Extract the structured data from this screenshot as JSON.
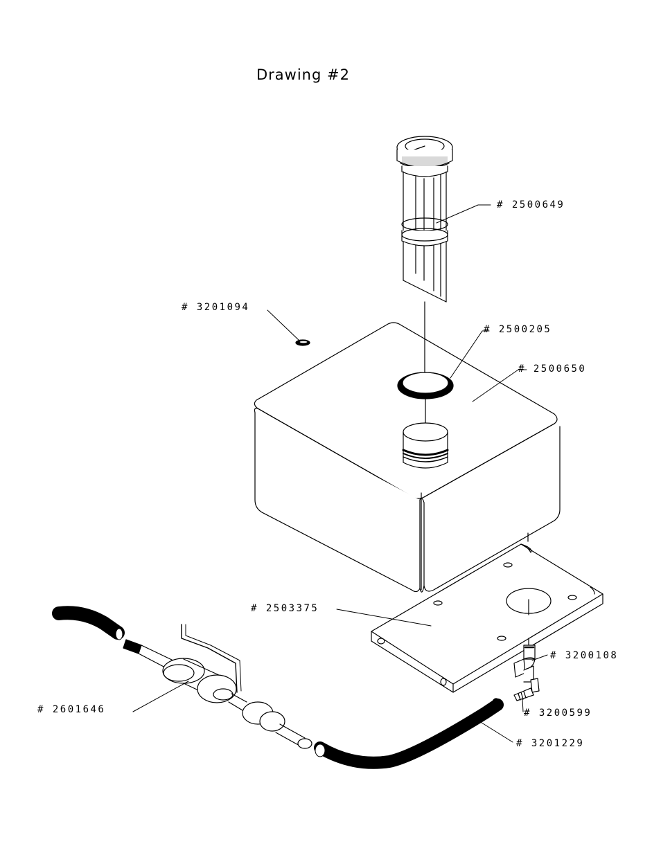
{
  "title": "Drawing #2",
  "callouts": {
    "c2500649": "# 2500649",
    "c3201094": "# 3201094",
    "c2500205": "# 2500205",
    "c2500650": "# 2500650",
    "c2503375": "# 2503375",
    "c3200108": "# 3200108",
    "c2601646": "# 2601646",
    "c3200599": "# 3200599",
    "c3201229": "# 3201229"
  }
}
